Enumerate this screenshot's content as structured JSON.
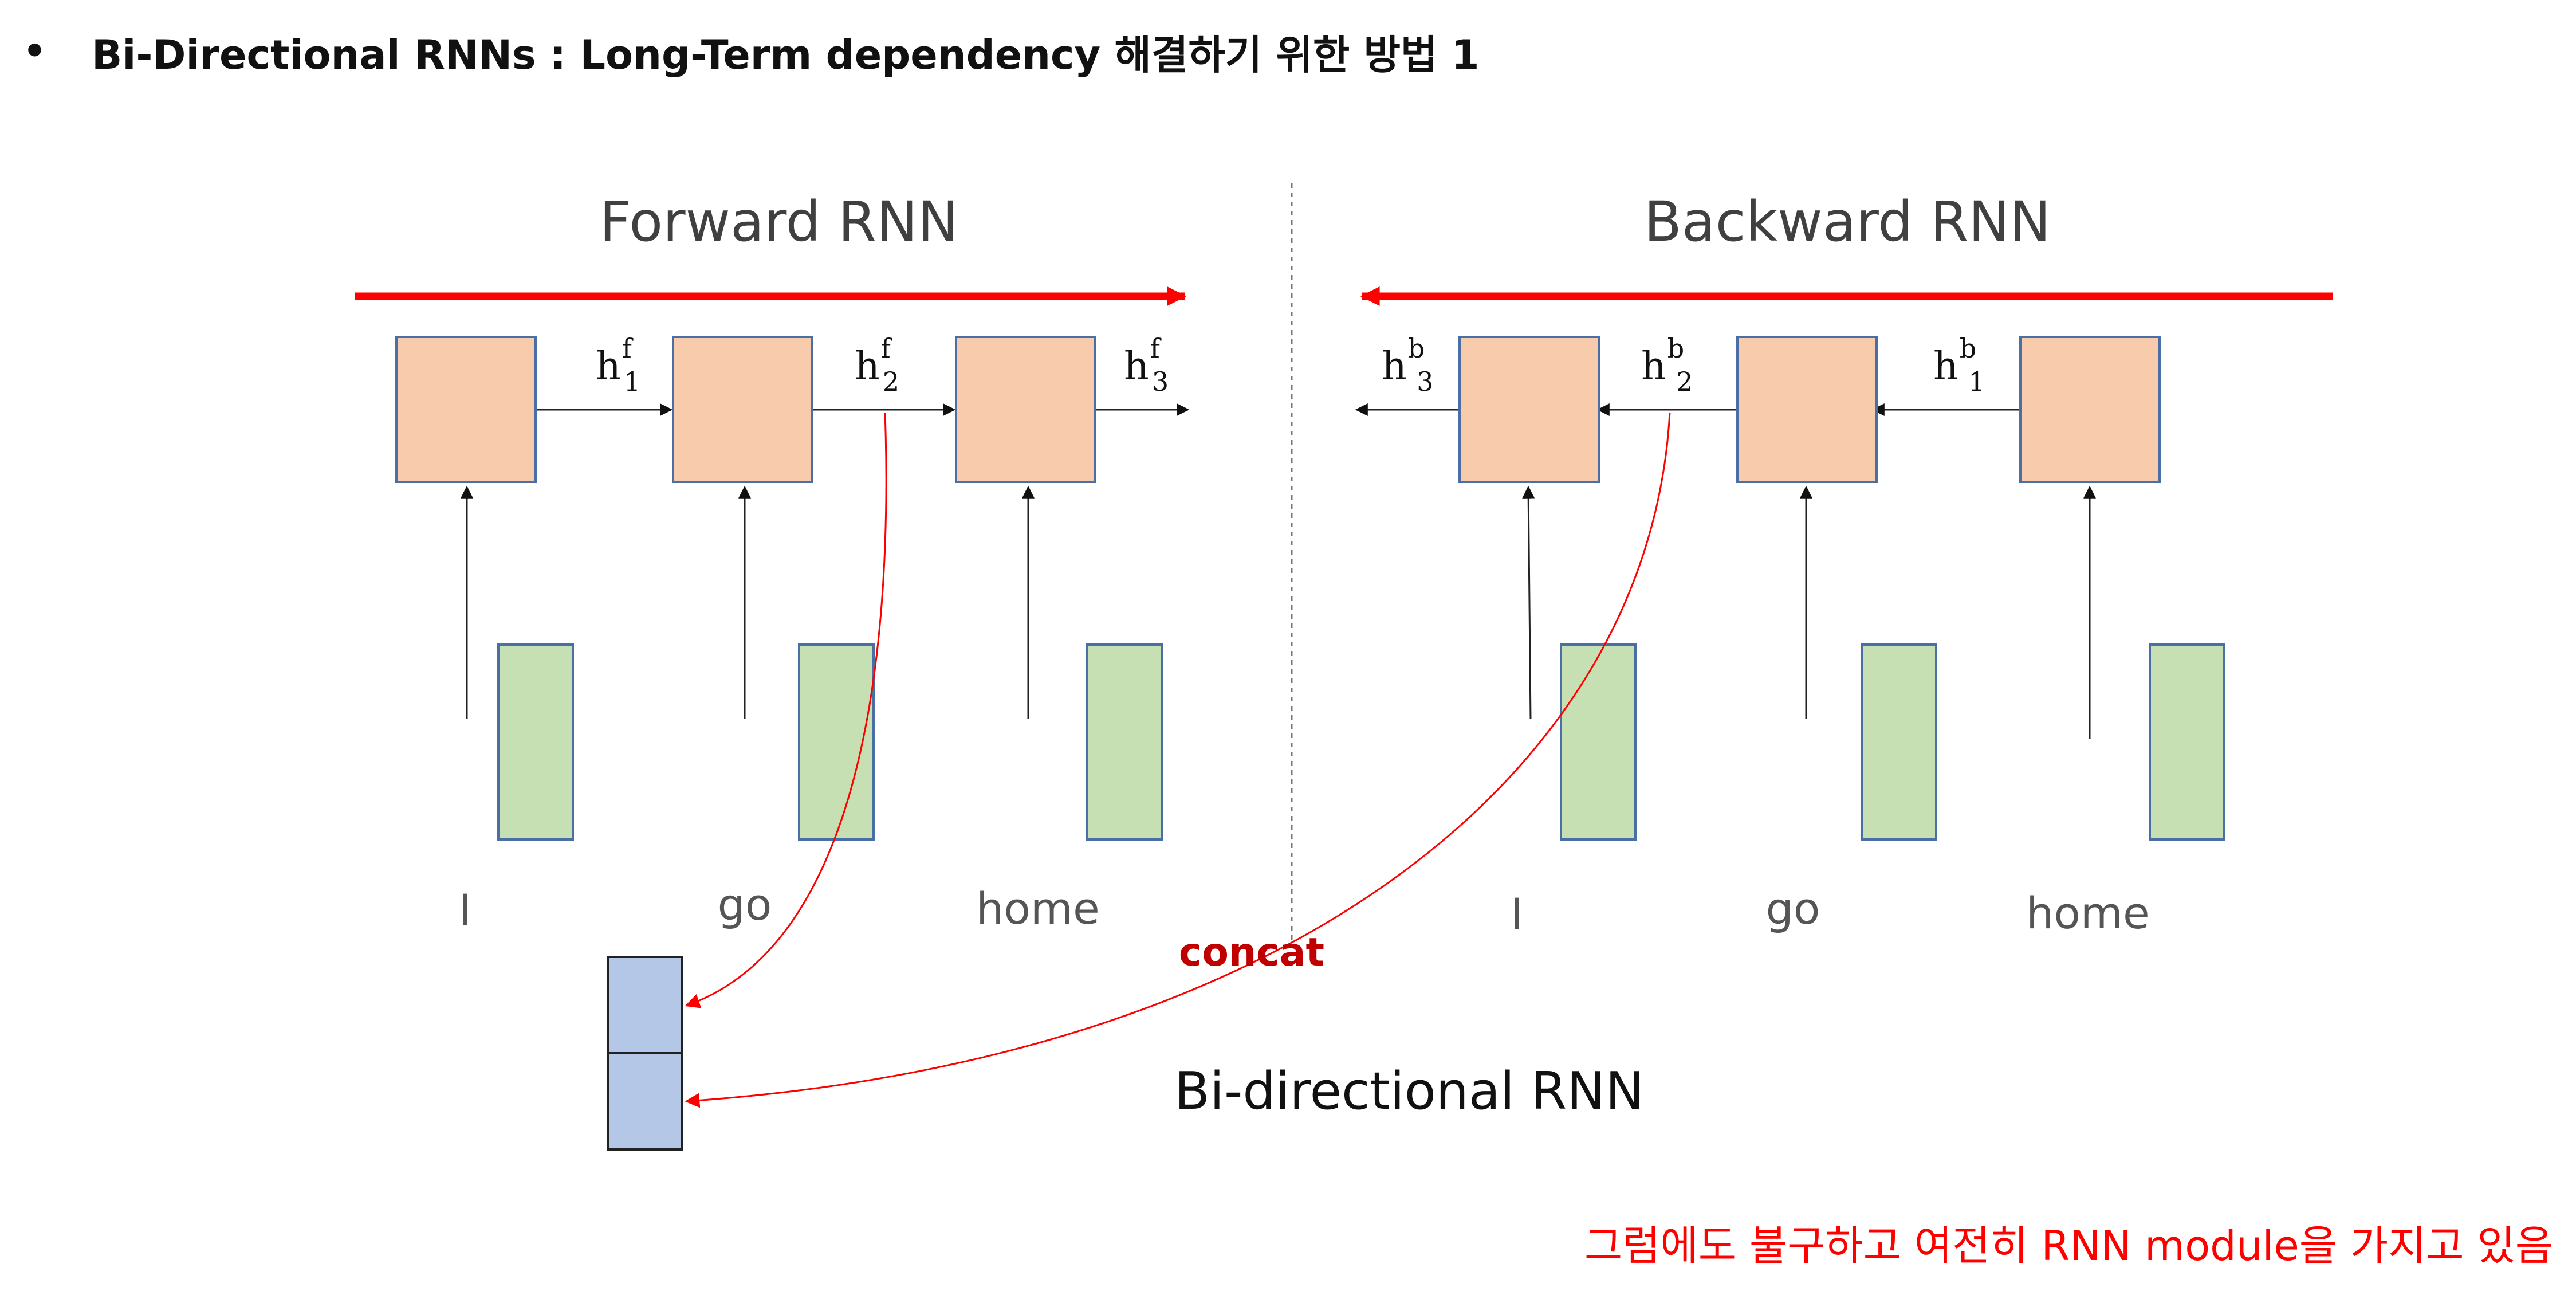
{
  "heading": {
    "bullet": "•",
    "text": "Bi-Directional RNNs : Long-Term dependency 해결하기 위한 방법 1"
  },
  "forward": {
    "title": "Forward RNN",
    "words": [
      "I",
      "go",
      "home"
    ],
    "hidden": [
      {
        "base": "h",
        "sup": "f",
        "sub": "1"
      },
      {
        "base": "h",
        "sup": "f",
        "sub": "2"
      },
      {
        "base": "h",
        "sup": "f",
        "sub": "3"
      }
    ]
  },
  "backward": {
    "title": "Backward RNN",
    "words": [
      "I",
      "go",
      "home"
    ],
    "hidden": [
      {
        "base": "h",
        "sup": "b",
        "sub": "3"
      },
      {
        "base": "h",
        "sup": "b",
        "sub": "2"
      },
      {
        "base": "h",
        "sup": "b",
        "sub": "1"
      }
    ]
  },
  "concat_label": "concat",
  "bidirectional_label": "Bi-directional RNN",
  "note": "그럼에도 불구하고 여전히 RNN module을 가지고 있음",
  "colors": {
    "rnn_cell": "#f8cbad",
    "embedding": "#c6e0b4",
    "concat_vector": "#b4c7e7",
    "border": "#4a6fa5",
    "direction_arrow": "#ff0000",
    "concat_text": "#c00000"
  }
}
